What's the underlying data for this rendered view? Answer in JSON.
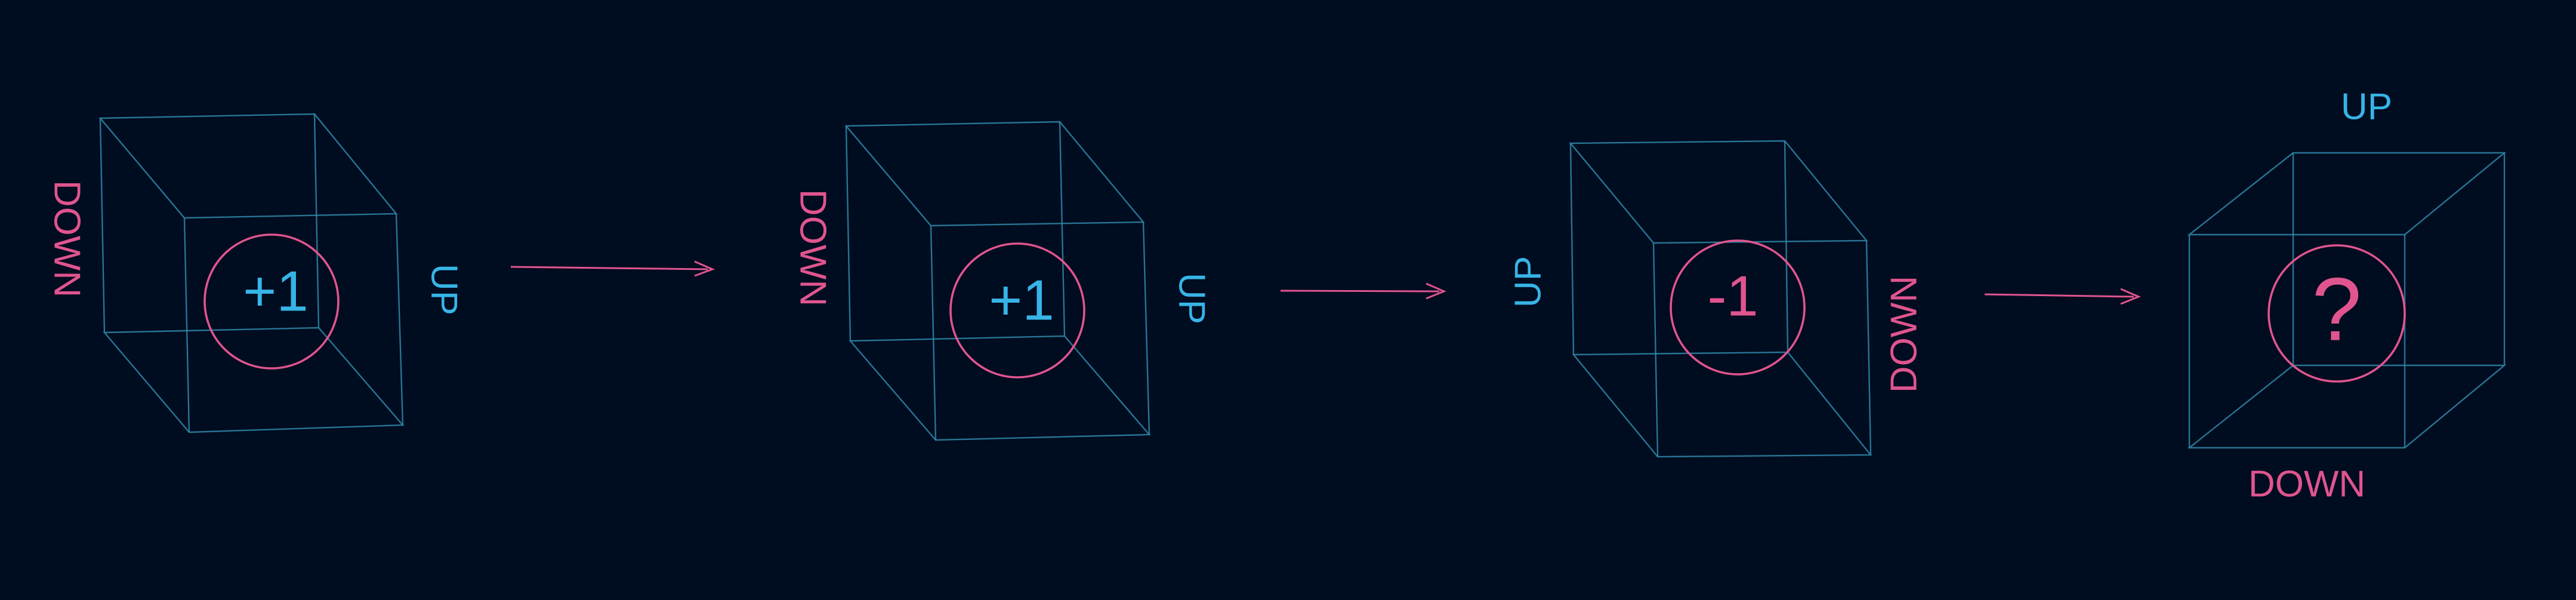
{
  "colors": {
    "background": "#000c20",
    "cube_edge": "#2e88a8",
    "up": "#37b4e6",
    "down": "#e0558f",
    "ring": "#e0558f",
    "arrow": "#e0558f"
  },
  "cubes": [
    {
      "value": "+1",
      "value_color": "up",
      "labels": [
        {
          "text": "DOWN",
          "role": "down"
        },
        {
          "text": "UP",
          "role": "up"
        }
      ]
    },
    {
      "value": "+1",
      "value_color": "up",
      "labels": [
        {
          "text": "DOWN",
          "role": "down"
        },
        {
          "text": "UP",
          "role": "up"
        }
      ]
    },
    {
      "value": "-1",
      "value_color": "down",
      "labels": [
        {
          "text": "UP",
          "role": "up"
        },
        {
          "text": "DOWN",
          "role": "down"
        }
      ]
    },
    {
      "value": "?",
      "value_color": "down",
      "labels": [
        {
          "text": "UP",
          "role": "up"
        },
        {
          "text": "DOWN",
          "role": "down"
        }
      ]
    }
  ],
  "arrows": [
    {
      "from": 1,
      "to": 2
    },
    {
      "from": 2,
      "to": 3
    },
    {
      "from": 3,
      "to": 4
    }
  ]
}
